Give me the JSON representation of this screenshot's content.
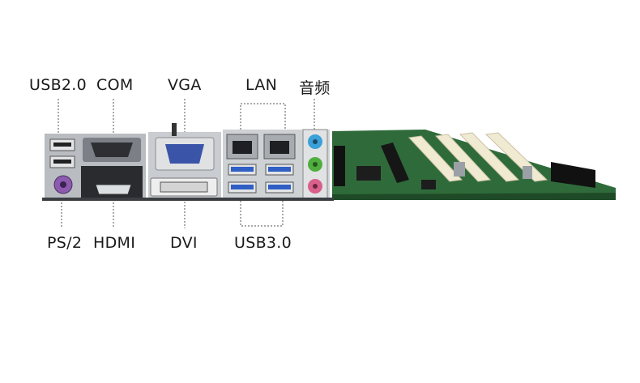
{
  "labels": {
    "usb2": "USB2.0",
    "com": "COM",
    "vga": "VGA",
    "lan": "LAN",
    "audio": "音频",
    "ps2": "PS/2",
    "hdmi": "HDMI",
    "dvi": "DVI",
    "usb3": "USB3.0"
  },
  "colors": {
    "pcb_green": "#2f6b3a",
    "metal": "#c9ccd0",
    "vga_blue": "#3a55a8",
    "usb3_blue": "#2f5fc4",
    "ps2_purple": "#8c5bb0",
    "audio_blue": "#3aa0d8",
    "audio_green": "#4fae3e",
    "audio_pink": "#d9608a",
    "pci_slot": "#f1ead2"
  }
}
